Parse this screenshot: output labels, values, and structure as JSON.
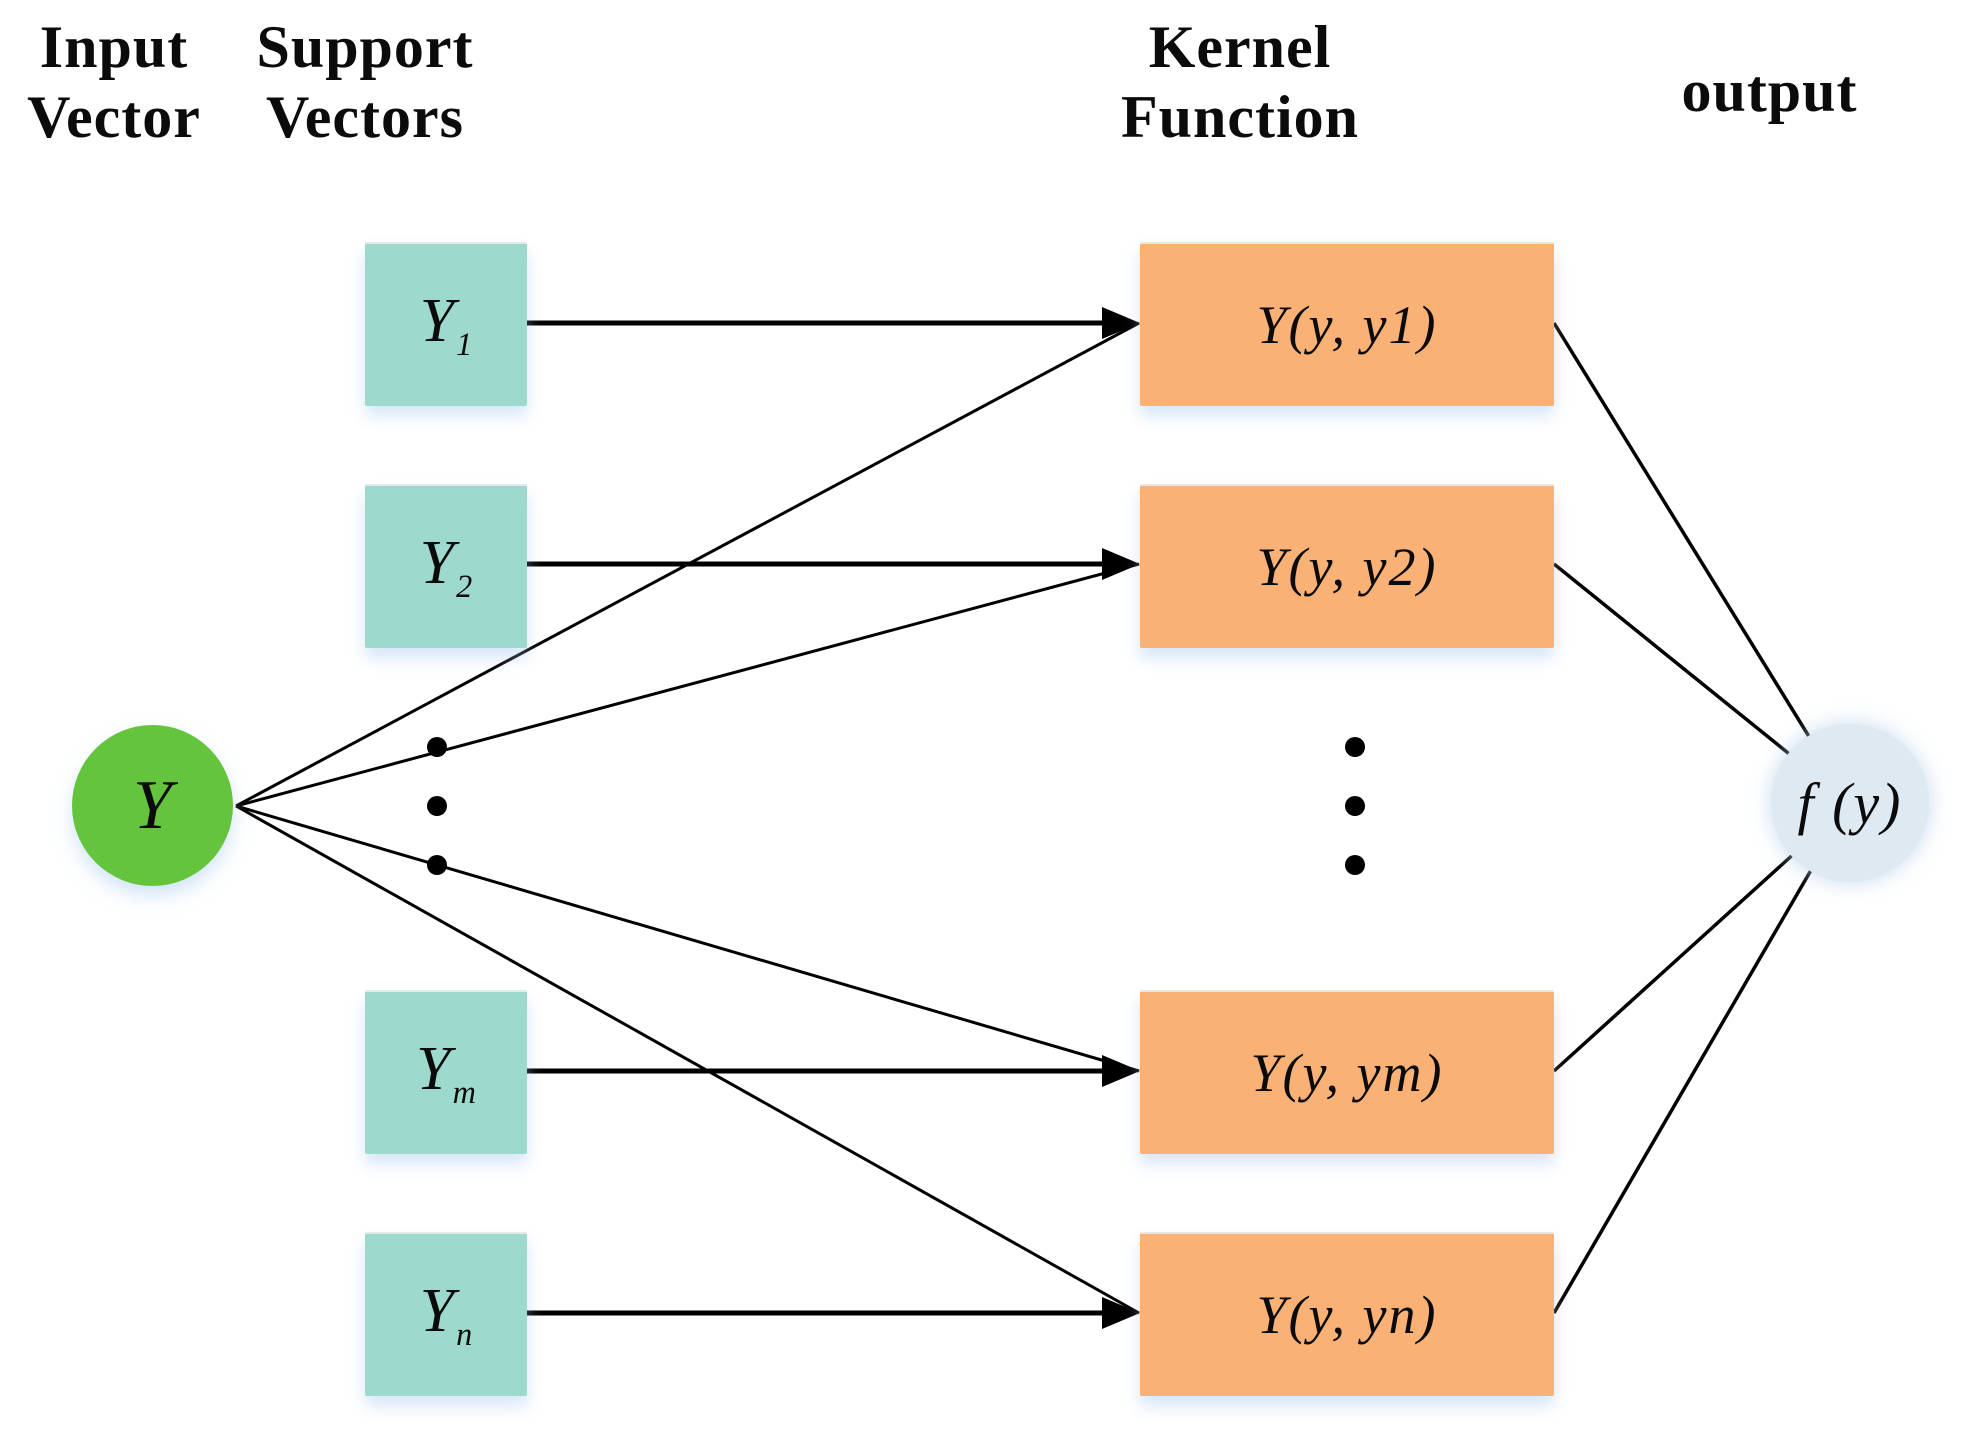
{
  "headers": {
    "input_vector": [
      "Input",
      "Vector"
    ],
    "support_vectors": [
      "Support",
      "Vectors"
    ],
    "kernel_function": [
      "Kernel",
      "Function"
    ],
    "output": "output"
  },
  "nodes": {
    "input": {
      "label": "Y"
    },
    "support": [
      {
        "base": "Y",
        "sub": "1"
      },
      {
        "base": "Y",
        "sub": "2"
      },
      {
        "base": "Y",
        "sub": "m"
      },
      {
        "base": "Y",
        "sub": "n"
      }
    ],
    "kernel": [
      {
        "label": "Y(y, y1)"
      },
      {
        "label": "Y(y, y2)"
      },
      {
        "label": "Y(y, ym)"
      },
      {
        "label": "Y(y, yn)"
      }
    ],
    "output": {
      "label": "f (y)"
    }
  },
  "colors": {
    "input_fill": "#64c43d",
    "support_fill": "#9dd9cd",
    "kernel_fill": "#f9b175",
    "output_fill": "#dfe9f2",
    "line": "#000000"
  }
}
